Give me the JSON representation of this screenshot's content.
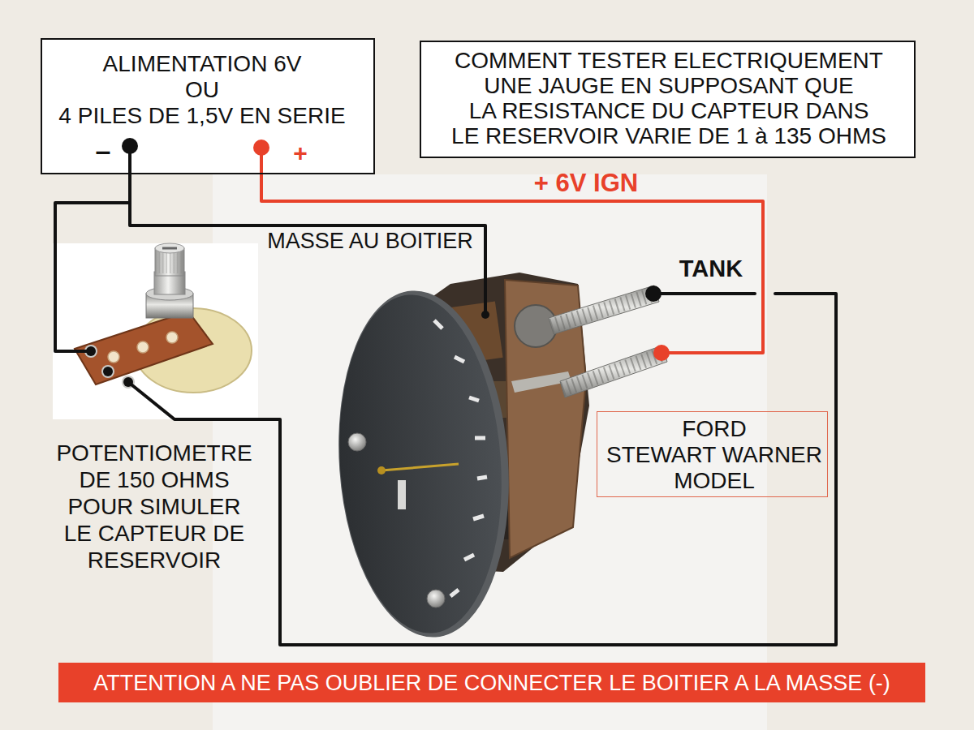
{
  "diagram": {
    "nodes": [
      {
        "text": [
          "ALIMENTATION 6V OU 4 PILES DE 1,5V EN SERIE",
          "–",
          "+"
        ]
      },
      {
        "text": [
          "COMMENT TESTER ELECTRIQUEMENT UNE JAUGE EN SUPPOSANT QUE LA RESISTANCE DU CAPTEUR DANS LE RESERVOIR VARIE DE 1 à 135 OHMS"
        ]
      },
      {
        "text": [
          "FORD STEWART WARNER MODEL"
        ]
      },
      {
        "text": [
          "ATTENTION A NE PAS OUBLIER DE CONNECTER LE BOITIER A LA MASSE (-)"
        ]
      }
    ],
    "labels": [
      "+ 6V IGN",
      "MASSE AU BOITIER",
      "TANK",
      "POTENTIOMETRE DE 150 OHMS POUR SIMULER LE CAPTEUR DE RESERVOIR"
    ]
  }
}
